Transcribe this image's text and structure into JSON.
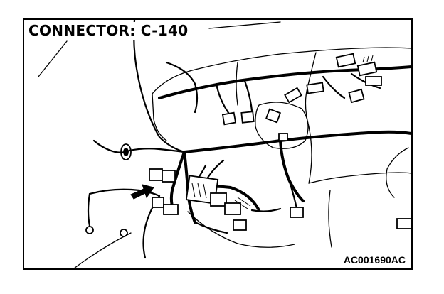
{
  "figure": {
    "title": "CONNECTOR: C-140",
    "code": "AC001690AC",
    "line_color": "#000000",
    "background": "#ffffff"
  },
  "icons": {
    "pointer": "black-arrow-pointing-to-connector",
    "harness": "wiring-harness-illustration"
  }
}
